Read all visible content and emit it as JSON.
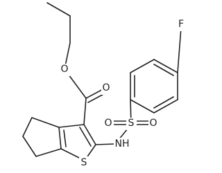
{
  "molecule": {
    "atom_labels": {
      "fluorine": "F",
      "ester_oxygen": "O",
      "carbonyl_oxygen": "O",
      "sulfonyl_oxygen_left": "O",
      "sulfonyl_oxygen_right": "O",
      "sulfur_sulfonyl": "S",
      "amine_nh": "NH",
      "sulfur_thiophene": "S"
    }
  }
}
